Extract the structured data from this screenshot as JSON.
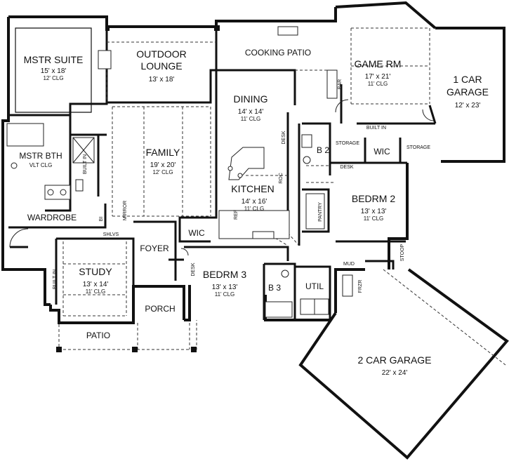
{
  "plan": {
    "rooms": [
      {
        "id": "mstr-suite",
        "name": "MSTR SUITE",
        "dims": "15' x 18'",
        "clg": "12' CLG"
      },
      {
        "id": "outdoor-lounge",
        "name": "OUTDOOR LOUNGE",
        "line1": "OUTDOOR",
        "line2": "LOUNGE",
        "dims": "13' x 18'"
      },
      {
        "id": "cooking-patio",
        "name": "COOKING PATIO"
      },
      {
        "id": "game-rm",
        "name": "GAME RM",
        "dims": "17' x 21'",
        "clg": "11' CLG"
      },
      {
        "id": "one-car-garage",
        "line1": "1 CAR",
        "line2": "GARAGE",
        "dims": "12' x 23'"
      },
      {
        "id": "dining",
        "name": "DINING",
        "dims": "14' x 14'",
        "clg": "11' CLG"
      },
      {
        "id": "family",
        "name": "FAMILY",
        "dims": "19' x 20'",
        "clg": "12' CLG"
      },
      {
        "id": "mstr-bth",
        "name": "MSTR BTH",
        "clg": "VLT CLG"
      },
      {
        "id": "kitchen",
        "name": "KITCHEN",
        "dims": "14' x 16'",
        "clg": "11' CLG"
      },
      {
        "id": "b2",
        "name": "B 2"
      },
      {
        "id": "wic-upper",
        "name": "WIC"
      },
      {
        "id": "bedrm-2",
        "name": "BEDRM 2",
        "dims": "13' x 13'",
        "clg": "11' CLG"
      },
      {
        "id": "wardrobe",
        "name": "WARDROBE"
      },
      {
        "id": "wic-lower",
        "name": "WIC"
      },
      {
        "id": "foyer",
        "name": "FOYER"
      },
      {
        "id": "bedrm-3",
        "name": "BEDRM 3",
        "dims": "13' x 13'",
        "clg": "11' CLG"
      },
      {
        "id": "b3",
        "name": "B 3"
      },
      {
        "id": "util",
        "name": "UTIL"
      },
      {
        "id": "study",
        "name": "STUDY",
        "dims": "13' x 14'",
        "clg": "11' CLG"
      },
      {
        "id": "porch",
        "name": "PORCH"
      },
      {
        "id": "patio",
        "name": "PATIO"
      },
      {
        "id": "two-car-garage",
        "name": "2 CAR GARAGE",
        "dims": "22' x 24'"
      }
    ],
    "labels": {
      "built_in_game": "BUILT IN",
      "storage_left": "STORAGE",
      "storage_right": "STORAGE",
      "desk_dining": "DESK",
      "desk_b2": "DESK",
      "desk_bedrm3": "DESK",
      "bar": "BAR",
      "roc": "ROC",
      "ref": "REF",
      "pantry": "PANTRY",
      "mirror": "MIRROR",
      "shlvs": "SHLVS",
      "bi": "BI",
      "built_in_bath": "BUILT IN",
      "built_in_study": "BUILT IN",
      "mud": "MUD",
      "frzr": "FRZR",
      "stoop": "STOOP"
    }
  }
}
